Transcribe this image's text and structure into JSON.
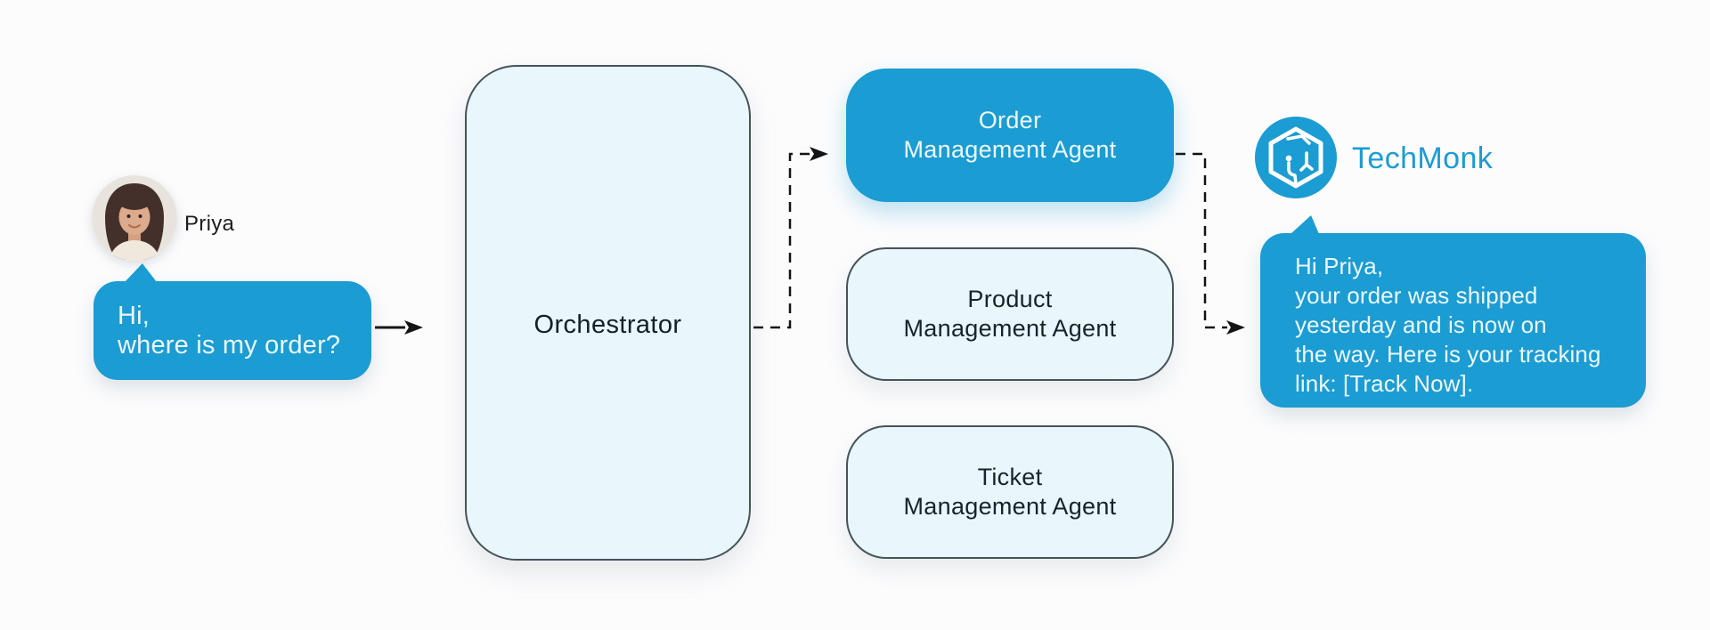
{
  "user": {
    "name": "Priya",
    "avatar_icon": "woman-portrait-avatar",
    "message_lines": [
      "Hi,",
      "where is my order?"
    ]
  },
  "orchestrator": {
    "label": "Orchestrator"
  },
  "agents": [
    {
      "id": "order-management-agent",
      "lines": [
        "Order",
        "Management Agent"
      ],
      "highlighted": true
    },
    {
      "id": "product-management-agent",
      "lines": [
        "Product",
        "Management Agent"
      ],
      "highlighted": false
    },
    {
      "id": "ticket-management-agent",
      "lines": [
        "Ticket",
        "Management Agent"
      ],
      "highlighted": false
    }
  ],
  "brand": {
    "name": "TechMonk",
    "logo_icon": "cube-circuit-icon"
  },
  "response": {
    "lines": [
      "Hi Priya,",
      "your order was shipped",
      "yesterday and is now on",
      "the way. Here is your tracking",
      "link: [Track Now]."
    ]
  },
  "colors": {
    "brand_blue": "#1b9cd2",
    "light_box_fill": "#e9f6fb",
    "box_border": "#45545b",
    "connector_black": "#141414",
    "bubble_text": "#ecf8fd",
    "dark_text": "#16242b"
  }
}
